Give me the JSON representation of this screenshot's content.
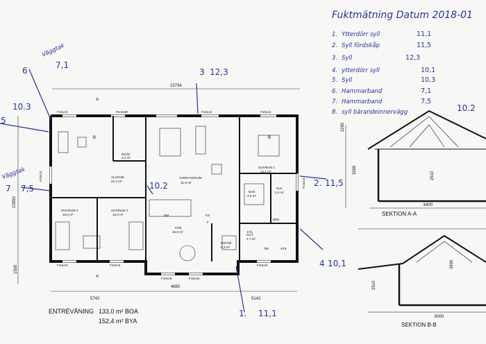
{
  "plan": {
    "overall_width": "15734",
    "overall_depth": "10550",
    "dim_bottom_left": "5742",
    "dim_bottom_mid": "4850",
    "dim_bottom_right": "5142",
    "dim_left_lower": "1500",
    "floor_label": "ENTRÉVÅNING",
    "boa": "133,0 m² BOA",
    "bya": "152,4 m² BYA",
    "section_marker": "A",
    "section_marker_b": "B",
    "rooms": [
      {
        "id": "wc",
        "name": "WC/D",
        "area": "4,4 m²"
      },
      {
        "id": "allrum",
        "name": "ALLRUM",
        "area": "21,4 m²"
      },
      {
        "id": "vardagsrum",
        "name": "VARDAGSRUM",
        "area": "31,9 m²"
      },
      {
        "id": "sovrum1",
        "name": "SOVRUM 1",
        "area": "12,1 m²"
      },
      {
        "id": "bad",
        "name": "BAD",
        "area": "4,5 m²"
      },
      {
        "id": "klk",
        "name": "KLK",
        "area": "2,4 m²"
      },
      {
        "id": "sovrum3",
        "name": "SOVRUM 3",
        "area": "10,0 m²"
      },
      {
        "id": "sovrum4",
        "name": "SOVRUM 4",
        "area": "10,0 m²"
      },
      {
        "id": "kok",
        "name": "KÖK",
        "area": "19,6 m²"
      },
      {
        "id": "entre",
        "name": "ENTRÉ",
        "area": "5,3 m²"
      },
      {
        "id": "kl",
        "name": "KL/T",
        "area": "4,7 m²"
      }
    ],
    "window_labels": [
      "F10x13",
      "F5,5x5R",
      "F10x13",
      "F10x13",
      "F10x13",
      "F10x13",
      "F10x13",
      "F10x13",
      "F10x15",
      "F10x15",
      "F10x10"
    ],
    "misc_labels": [
      "KS",
      "F",
      "DM",
      "KYL",
      "TM",
      "ST8",
      "BD6"
    ]
  },
  "annotations": {
    "title": "Fuktmätning Datum 2018-01",
    "readings": [
      {
        "n": "1.",
        "label": "Ytterdörr syll",
        "value": "11,1"
      },
      {
        "n": "2.",
        "label": "Syll fördskåp",
        "value": "11,5"
      },
      {
        "n": "3.",
        "label": "Syll",
        "value": "12,3"
      },
      {
        "n": "4.",
        "label": "ytterdörr syll",
        "value": "10,1"
      },
      {
        "n": "5.",
        "label": "Syll",
        "value": "10,3"
      },
      {
        "n": "6.",
        "label": "Hammarband",
        "value": "7,1"
      },
      {
        "n": "7.",
        "label": "Hammarband",
        "value": "7,5"
      },
      {
        "n": "8.",
        "label": "syll bärandeinnervägg",
        "value": "10,2"
      }
    ],
    "markers": [
      {
        "id": "m6",
        "num": "6",
        "note": "Väggtak",
        "value": "7,1"
      },
      {
        "id": "m5",
        "num": "5",
        "value": "10.3"
      },
      {
        "id": "m3",
        "num": "3",
        "value": "12,3"
      },
      {
        "id": "m8",
        "value": "10.2"
      },
      {
        "id": "m7",
        "num": "7",
        "note": "Väggtak",
        "value": "7,5"
      },
      {
        "id": "m2",
        "num": "2.",
        "value": "11,5"
      },
      {
        "id": "m4",
        "num": "4",
        "value": "10,1"
      },
      {
        "id": "m1",
        "num": "1.",
        "value": "11,1"
      }
    ],
    "roof_value": "10.2"
  },
  "sections": {
    "a": {
      "label": "SEKTION A-A",
      "width": "8400",
      "height1": "2290",
      "height2": "3265",
      "height3": "2510"
    },
    "b": {
      "label": "SEKTION B-B",
      "width": "6000",
      "height1": "3490",
      "height2": "2510"
    }
  },
  "colors": {
    "ink": "#111111",
    "pen": "#27319a",
    "paper": "#f7f7f5"
  }
}
